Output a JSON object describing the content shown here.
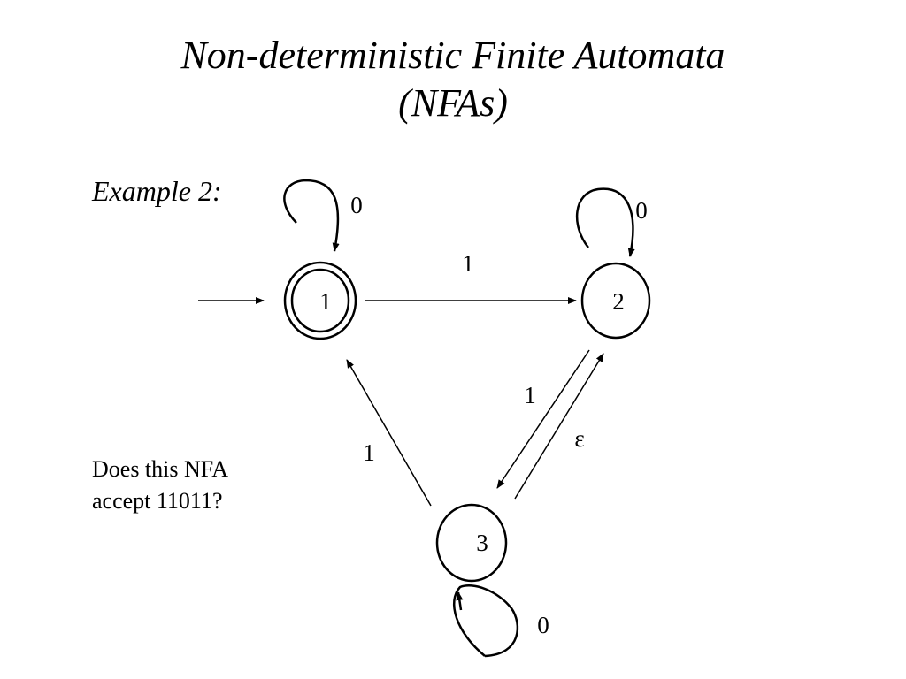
{
  "slide": {
    "title_line1": "Non-deterministic Finite Automata",
    "title_line2": "(NFAs)",
    "example_label": "Example 2:",
    "question_line1": "Does this NFA",
    "question_line2": "accept  11011?"
  },
  "automaton": {
    "states": [
      {
        "id": "1",
        "label": "1",
        "start": true,
        "accepting": true
      },
      {
        "id": "2",
        "label": "2",
        "start": false,
        "accepting": false
      },
      {
        "id": "3",
        "label": "3",
        "start": false,
        "accepting": false
      }
    ],
    "transitions": [
      {
        "from": "1",
        "to": "1",
        "label": "0"
      },
      {
        "from": "2",
        "to": "2",
        "label": "0"
      },
      {
        "from": "3",
        "to": "3",
        "label": "0"
      },
      {
        "from": "1",
        "to": "2",
        "label": "1"
      },
      {
        "from": "2",
        "to": "3",
        "label": "1"
      },
      {
        "from": "3",
        "to": "2",
        "label": "ε"
      },
      {
        "from": "3",
        "to": "1",
        "label": "1"
      }
    ]
  }
}
